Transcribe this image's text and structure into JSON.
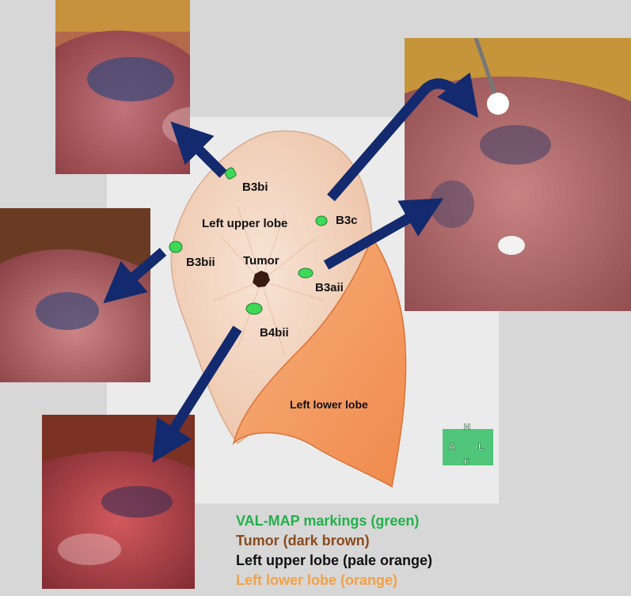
{
  "labels": {
    "b3bi": "B3bi",
    "left_upper_lobe": "Left upper lobe",
    "b3c": "B3c",
    "b3bii": "B3bii",
    "tumor": "Tumor",
    "b3aii": "B3aii",
    "b4bii": "B4bii",
    "left_lower_lobe": "Left lower  lobe"
  },
  "orientation": {
    "h": "H",
    "a": "A",
    "l": "L",
    "f": "F"
  },
  "legend": [
    {
      "text": "VAL-MAP markings (green)",
      "color": "#22b04b"
    },
    {
      "text": "Tumor (dark brown)",
      "color": "#8a4a1c"
    },
    {
      "text": "Left upper lobe (pale orange)",
      "color": "#111111"
    },
    {
      "text": "Left lower lobe (orange)",
      "color": "#f4a045"
    }
  ],
  "colors": {
    "arrow": "#132a6e",
    "marking": "#3ed957",
    "tumor": "#3b1a10",
    "upper_lobe": "#f6d9c6",
    "lower_lobe": "#f39a60",
    "orientation_box": "#4fc679"
  }
}
